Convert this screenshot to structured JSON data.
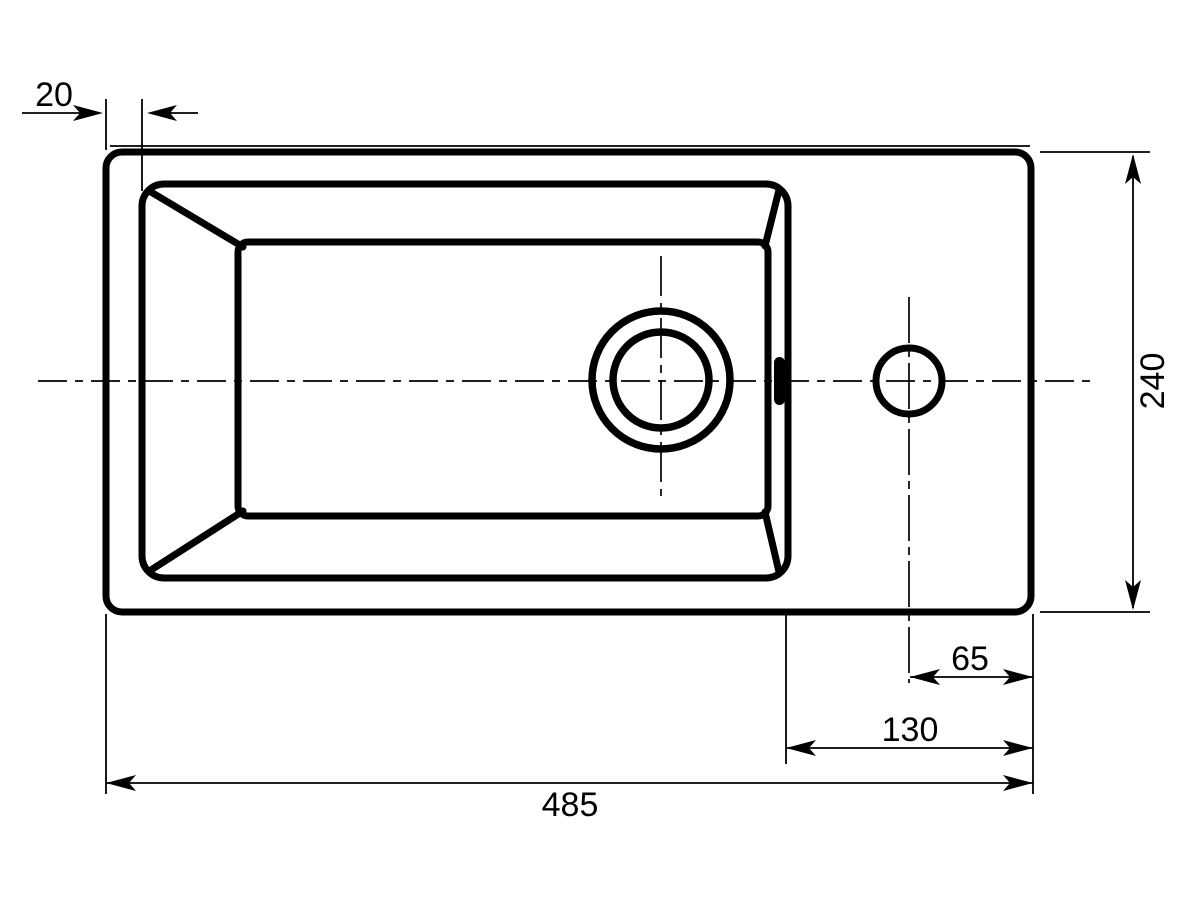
{
  "page": {
    "background": "#ffffff",
    "line_color": "#000000"
  },
  "drawing": {
    "kind": "technical dimension drawing, top view of rectangular washbasin with basin, drain, overflow slot and tap hole",
    "labels": {
      "rim_offset": "20",
      "overall_width": "485",
      "overall_depth": "240",
      "tap_to_basin_edge": "130",
      "tap_to_right_edge": "65"
    }
  }
}
